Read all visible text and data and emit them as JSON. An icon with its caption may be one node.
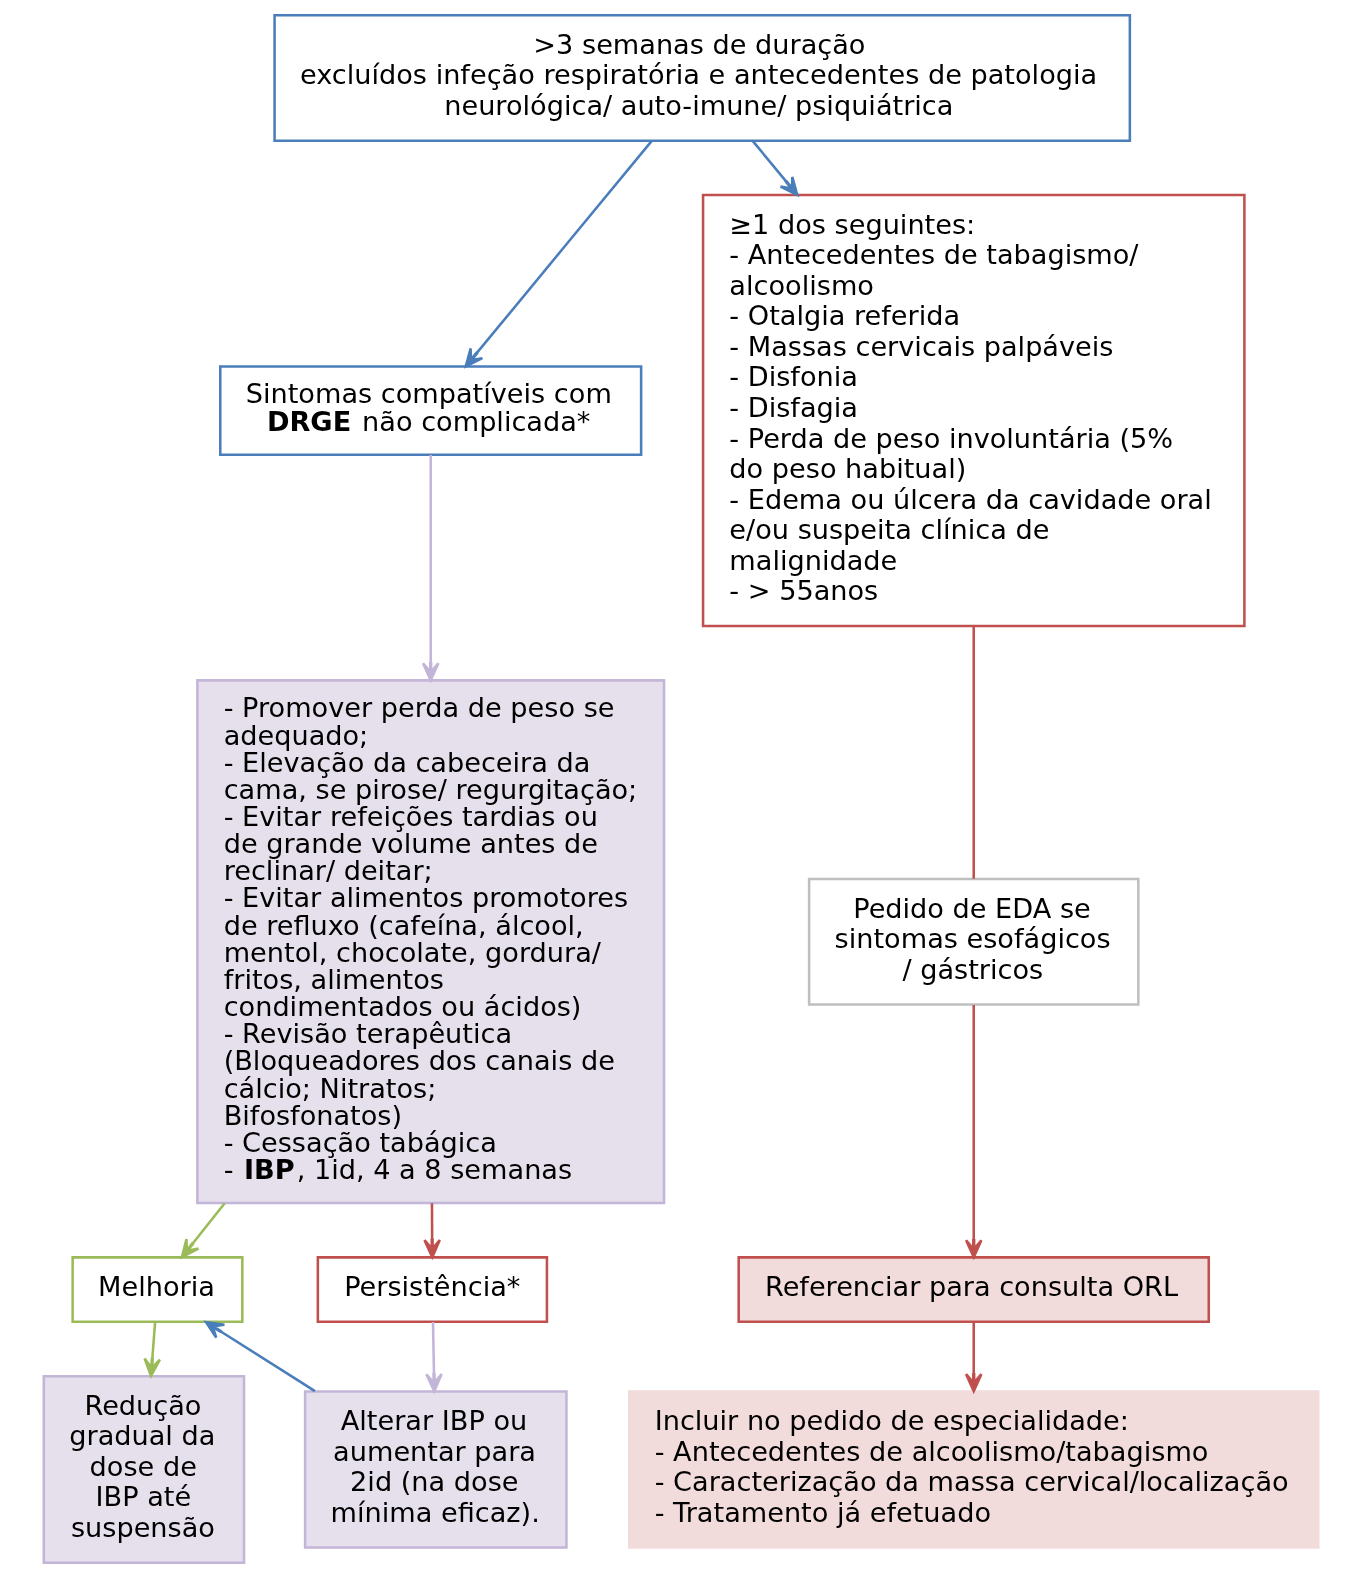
{
  "diagram": {
    "nodes": [
      {
        "text": [
          ">3 semanas de duração",
          "excluídos infeção respiratória e antecedentes de patologia neurológica/ auto-imune/ psiquiátrica"
        ]
      },
      {
        "text": [
          "Sintomas compatíveis com **DRGE** não complicada*"
        ]
      },
      {
        "text": [
          "- Promover perda de peso se adequado;",
          "- Elevação da cabeceira da cama, se pirose/ regurgitação;",
          "- Evitar refeições tardias ou de grande volume antes de reclinar/ deitar;",
          "- Evitar alimentos promotores de refluxo (cafeína, álcool, mentol, chocolate, gordura/ fritos, alimentos condimentados ou ácidos)",
          "- Revisão terapêutica (Bloqueadores dos canais de cálcio; Nitratos; Bifosfonatos)",
          "- Cessação tabágica",
          "- **IBP**, 1id, 4 a 8 semanas"
        ]
      },
      {
        "text": [
          "Melhoria"
        ]
      },
      {
        "text": [
          "Persistência*"
        ]
      },
      {
        "text": [
          "Redução gradual da dose de IBP até suspensão"
        ]
      },
      {
        "text": [
          "Alterar IBP ou aumentar para 2id (na dose mínima eficaz)."
        ]
      },
      {
        "text": [
          "≥1 dos seguintes:",
          "- Antecedentes de tabagismo/ alcoolismo",
          "- Otalgia referida",
          "- Massas cervicais palpáveis",
          "- Disfonia",
          "- Disfagia",
          "- Perda de peso involuntária (5% do peso habitual)",
          "- Edema ou úlcera da cavidade oral e/ou suspeita clínica de malignidade",
          "- > 55anos"
        ]
      },
      {
        "text": [
          "Pedido de EDA se sintomas esofágicos / gástricos"
        ]
      },
      {
        "text": [
          "Referenciar para consulta ORL"
        ]
      },
      {
        "text": [
          "Incluir no pedido de especialidade:",
          "- Antecedentes de alcoolismo/tabagismo",
          "- Caracterização da massa cervical/localização",
          "- Tratamento já efetuado"
        ]
      }
    ],
    "edges": [
      {
        "from": 0,
        "to": 1,
        "arrow": "to",
        "color": "#4a7ebb"
      },
      {
        "from": 0,
        "to": 7,
        "arrow": "to",
        "color": "#4a7ebb"
      },
      {
        "from": 1,
        "to": 2,
        "arrow": "to",
        "color": "#c3b5d8"
      },
      {
        "from": 2,
        "to": 3,
        "arrow": "to",
        "color": "#9bbb59"
      },
      {
        "from": 2,
        "to": 4,
        "arrow": "to",
        "color": "#c0504d"
      },
      {
        "from": 3,
        "to": 5,
        "arrow": "to",
        "color": "#9bbb59"
      },
      {
        "from": 4,
        "to": 6,
        "arrow": "to",
        "color": "#c3b5d8"
      },
      {
        "from": 6,
        "to": 3,
        "arrow": "to",
        "color": "#4a7ebb"
      },
      {
        "from": 7,
        "to": 8,
        "arrow": "none",
        "color": "#c0504d"
      },
      {
        "from": 8,
        "to": 9,
        "arrow": "to",
        "color": "#c0504d"
      },
      {
        "from": 9,
        "to": 10,
        "arrow": "to",
        "color": "#c0504d"
      }
    ]
  }
}
